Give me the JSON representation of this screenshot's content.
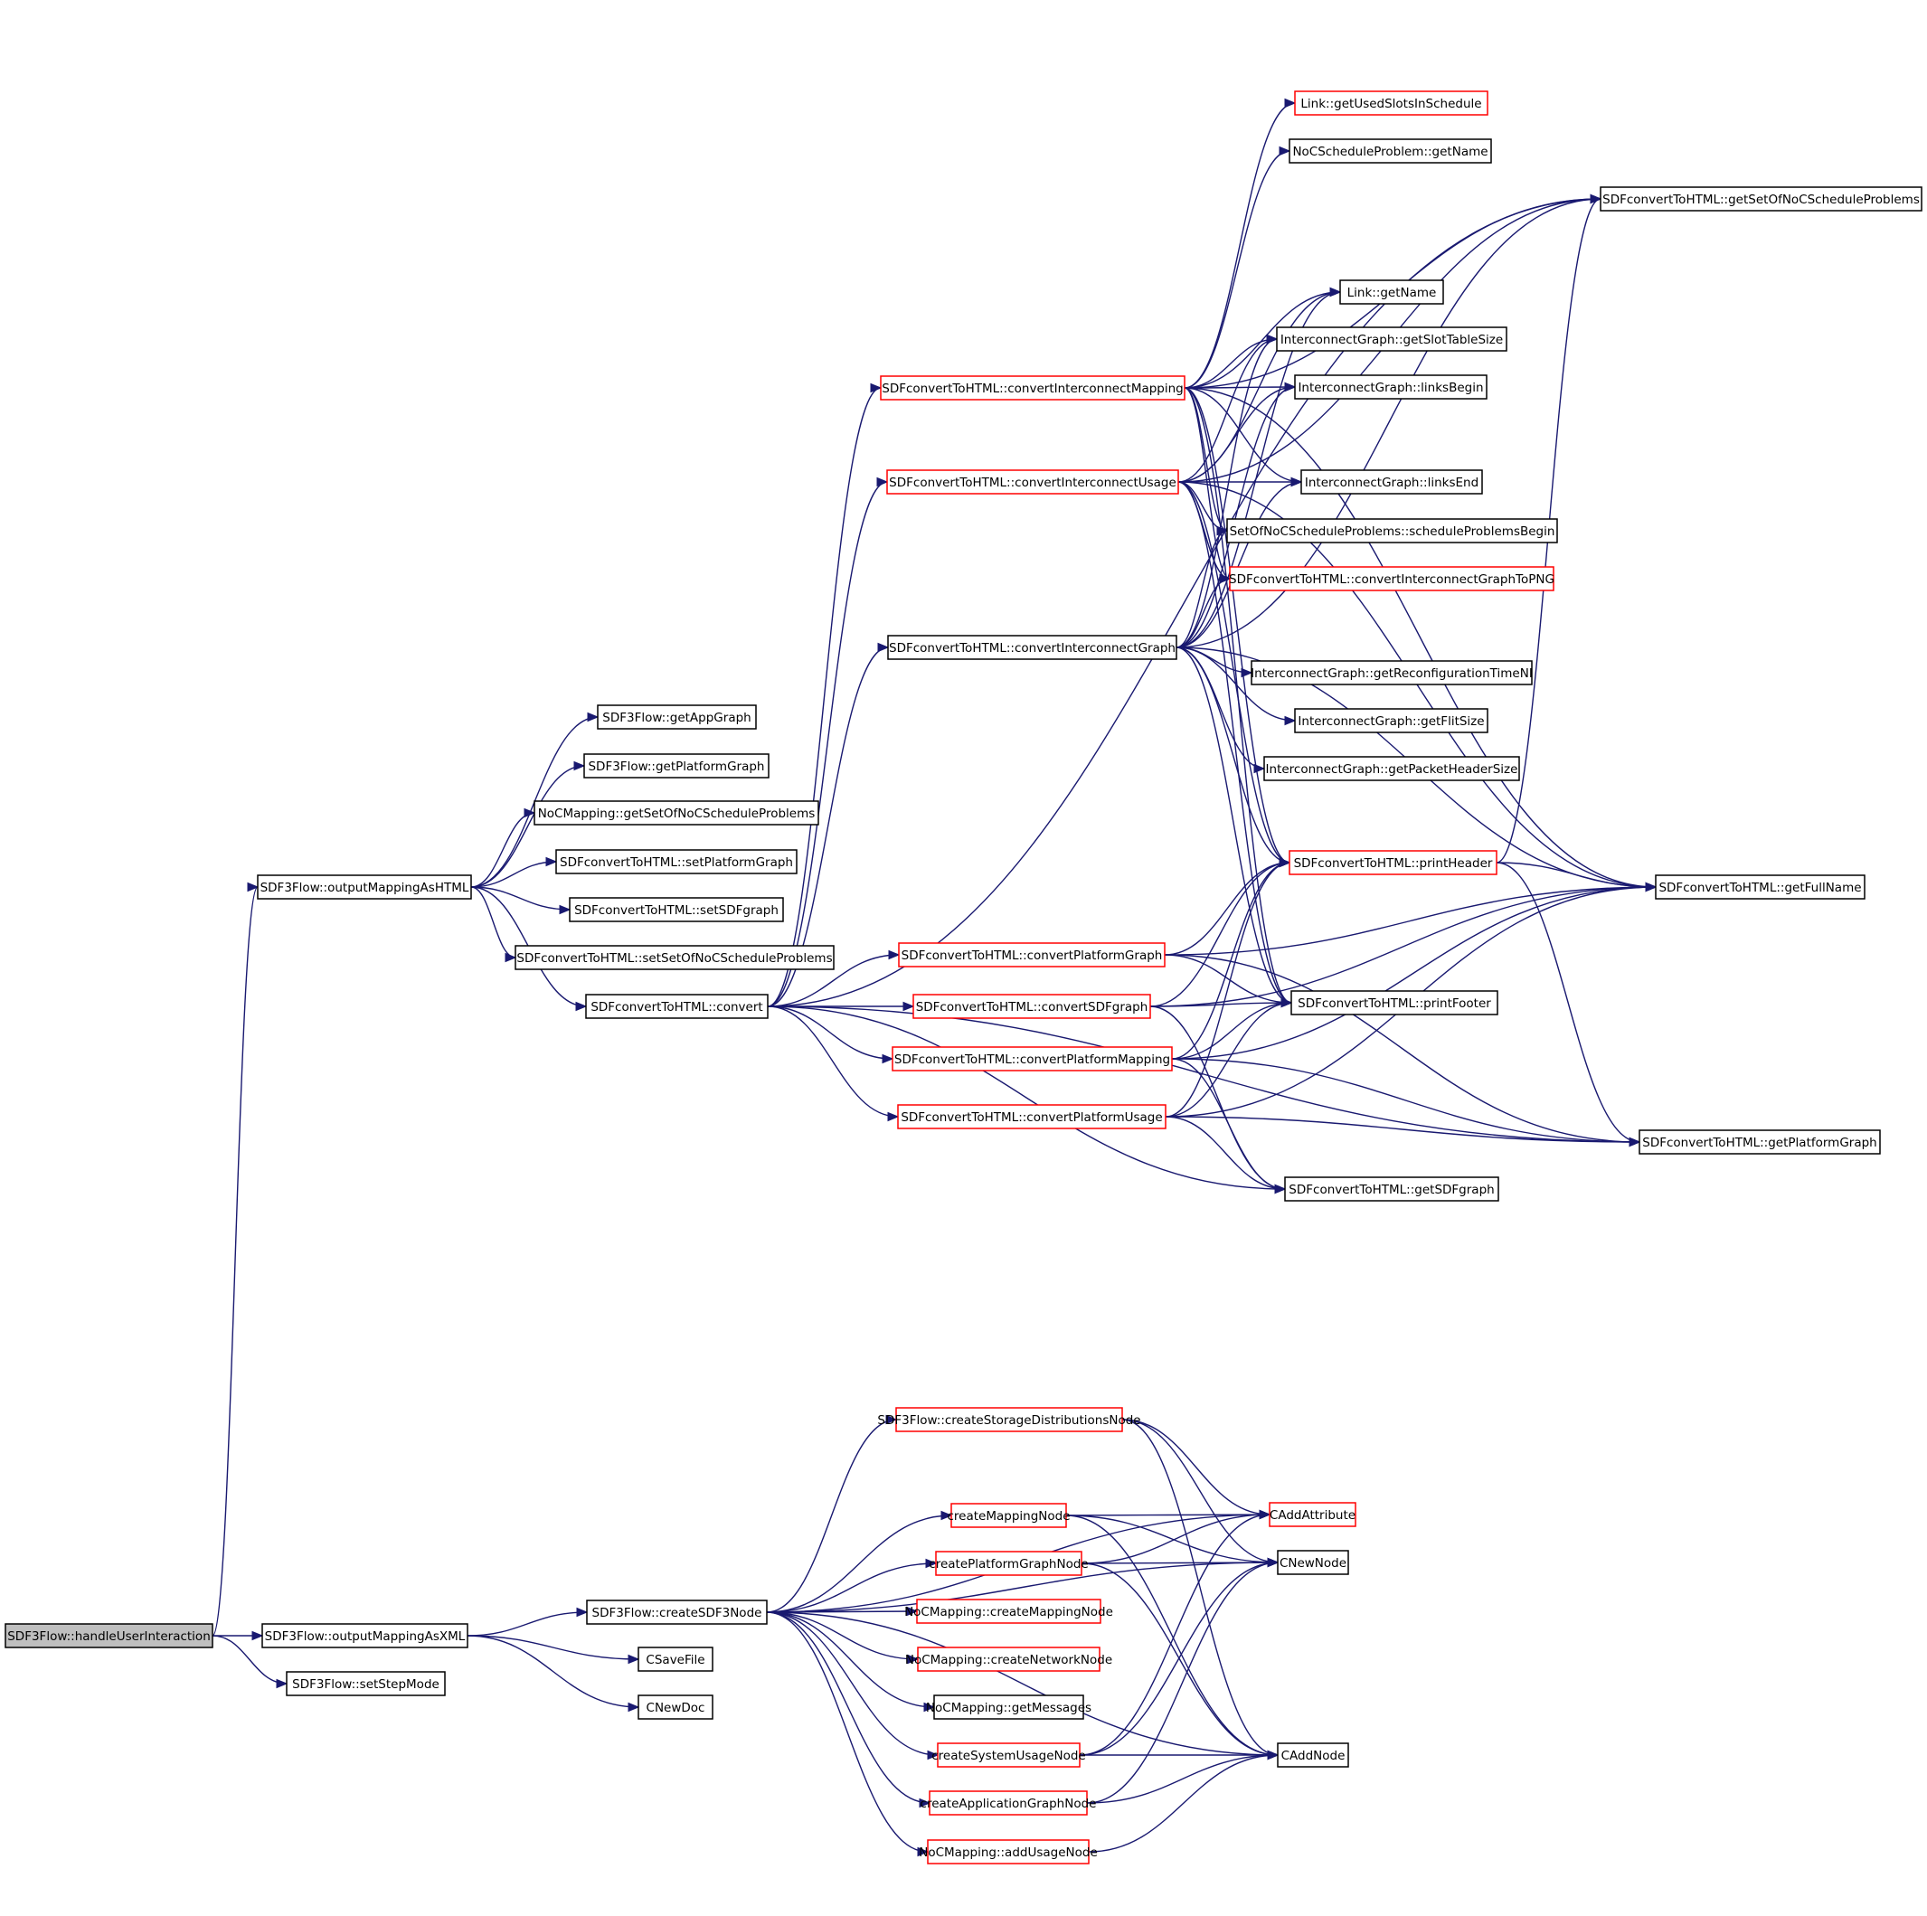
{
  "title": "SDF3Flow::handleUserInteraction call graph",
  "colors": {
    "edge": "#191970",
    "node_border_default": "#000000",
    "node_border_truncated": "#ff0000",
    "root_fill": "#bfbfbf"
  },
  "nodes": [
    {
      "id": "handleUserInteraction",
      "label": "SDF3Flow::handleUserInteraction",
      "style": "root"
    },
    {
      "id": "outputMappingAsHTML",
      "label": "SDF3Flow::outputMappingAsHTML",
      "style": "plain"
    },
    {
      "id": "outputMappingAsXML",
      "label": "SDF3Flow::outputMappingAsXML",
      "style": "plain"
    },
    {
      "id": "setStepMode",
      "label": "SDF3Flow::setStepMode",
      "style": "plain"
    },
    {
      "id": "getAppGraph",
      "label": "SDF3Flow::getAppGraph",
      "style": "plain"
    },
    {
      "id": "getPlatformGraphFlow",
      "label": "SDF3Flow::getPlatformGraph",
      "style": "plain"
    },
    {
      "id": "nocGetSetOfNoC",
      "label": "NoCMapping::getSetOfNoCScheduleProblems",
      "style": "plain"
    },
    {
      "id": "setPlatformGraph",
      "label": "SDFconvertToHTML::setPlatformGraph",
      "style": "plain"
    },
    {
      "id": "setSDFgraph",
      "label": "SDFconvertToHTML::setSDFgraph",
      "style": "plain"
    },
    {
      "id": "setSetOfNoC",
      "label": "SDFconvertToHTML::setSetOfNoCScheduleProblems",
      "style": "plain"
    },
    {
      "id": "convert",
      "label": "SDFconvertToHTML::convert",
      "style": "plain"
    },
    {
      "id": "convertInterconnectMapping",
      "label": "SDFconvertToHTML::convertInterconnectMapping",
      "style": "red"
    },
    {
      "id": "convertInterconnectUsage",
      "label": "SDFconvertToHTML::convertInterconnectUsage",
      "style": "red"
    },
    {
      "id": "convertInterconnectGraph",
      "label": "SDFconvertToHTML::convertInterconnectGraph",
      "style": "plain"
    },
    {
      "id": "convertPlatformGraph",
      "label": "SDFconvertToHTML::convertPlatformGraph",
      "style": "red"
    },
    {
      "id": "convertSDFgraph",
      "label": "SDFconvertToHTML::convertSDFgraph",
      "style": "red"
    },
    {
      "id": "convertPlatformMapping",
      "label": "SDFconvertToHTML::convertPlatformMapping",
      "style": "red"
    },
    {
      "id": "convertPlatformUsage",
      "label": "SDFconvertToHTML::convertPlatformUsage",
      "style": "red"
    },
    {
      "id": "linkGetUsedSlots",
      "label": "Link::getUsedSlotsInSchedule",
      "style": "red"
    },
    {
      "id": "nocProblemGetName",
      "label": "NoCScheduleProblem::getName",
      "style": "plain"
    },
    {
      "id": "getSetOfNoC",
      "label": "SDFconvertToHTML::getSetOfNoCScheduleProblems",
      "style": "plain"
    },
    {
      "id": "linkGetName",
      "label": "Link::getName",
      "style": "plain"
    },
    {
      "id": "getSlotTableSize",
      "label": "InterconnectGraph::getSlotTableSize",
      "style": "plain"
    },
    {
      "id": "linksBegin",
      "label": "InterconnectGraph::linksBegin",
      "style": "plain"
    },
    {
      "id": "linksEnd",
      "label": "InterconnectGraph::linksEnd",
      "style": "plain"
    },
    {
      "id": "scheduleProblemsBegin",
      "label": "SetOfNoCScheduleProblems::scheduleProblemsBegin",
      "style": "plain"
    },
    {
      "id": "convertInterconnectGraphToPNG",
      "label": "SDFconvertToHTML::convertInterconnectGraphToPNG",
      "style": "red"
    },
    {
      "id": "getReconfigurationTimeNI",
      "label": "InterconnectGraph::getReconfigurationTimeNI",
      "style": "plain"
    },
    {
      "id": "getFlitSize",
      "label": "InterconnectGraph::getFlitSize",
      "style": "plain"
    },
    {
      "id": "getPacketHeaderSize",
      "label": "InterconnectGraph::getPacketHeaderSize",
      "style": "plain"
    },
    {
      "id": "printHeader",
      "label": "SDFconvertToHTML::printHeader",
      "style": "red"
    },
    {
      "id": "getFullName",
      "label": "SDFconvertToHTML::getFullName",
      "style": "plain"
    },
    {
      "id": "printFooter",
      "label": "SDFconvertToHTML::printFooter",
      "style": "plain"
    },
    {
      "id": "getPlatformGraph",
      "label": "SDFconvertToHTML::getPlatformGraph",
      "style": "plain"
    },
    {
      "id": "getSDFgraph",
      "label": "SDFconvertToHTML::getSDFgraph",
      "style": "plain"
    },
    {
      "id": "createSDF3Node",
      "label": "SDF3Flow::createSDF3Node",
      "style": "plain"
    },
    {
      "id": "CSaveFile",
      "label": "CSaveFile",
      "style": "plain"
    },
    {
      "id": "CNewDoc",
      "label": "CNewDoc",
      "style": "plain"
    },
    {
      "id": "createStorageDistributionsNode",
      "label": "SDF3Flow::createStorageDistributionsNode",
      "style": "red"
    },
    {
      "id": "createMappingNode",
      "label": "createMappingNode",
      "style": "red"
    },
    {
      "id": "createPlatformGraphNode",
      "label": "createPlatformGraphNode",
      "style": "red"
    },
    {
      "id": "nocCreateMappingNode",
      "label": "NoCMapping::createMappingNode",
      "style": "red"
    },
    {
      "id": "nocCreateNetworkNode",
      "label": "NoCMapping::createNetworkNode",
      "style": "red"
    },
    {
      "id": "nocGetMessages",
      "label": "NoCMapping::getMessages",
      "style": "plain"
    },
    {
      "id": "createSystemUsageNode",
      "label": "createSystemUsageNode",
      "style": "red"
    },
    {
      "id": "createApplicationGraphNode",
      "label": "createApplicationGraphNode",
      "style": "red"
    },
    {
      "id": "nocAddUsageNode",
      "label": "NoCMapping::addUsageNode",
      "style": "red"
    },
    {
      "id": "CAddAttribute",
      "label": "CAddAttribute",
      "style": "red"
    },
    {
      "id": "CNewNode",
      "label": "CNewNode",
      "style": "plain"
    },
    {
      "id": "CAddNode",
      "label": "CAddNode",
      "style": "plain"
    }
  ],
  "edges": [
    [
      "handleUserInteraction",
      "outputMappingAsHTML"
    ],
    [
      "handleUserInteraction",
      "outputMappingAsXML"
    ],
    [
      "handleUserInteraction",
      "setStepMode"
    ],
    [
      "outputMappingAsHTML",
      "getAppGraph"
    ],
    [
      "outputMappingAsHTML",
      "getPlatformGraphFlow"
    ],
    [
      "outputMappingAsHTML",
      "nocGetSetOfNoC"
    ],
    [
      "outputMappingAsHTML",
      "setPlatformGraph"
    ],
    [
      "outputMappingAsHTML",
      "setSDFgraph"
    ],
    [
      "outputMappingAsHTML",
      "setSetOfNoC"
    ],
    [
      "outputMappingAsHTML",
      "convert"
    ],
    [
      "convert",
      "convertInterconnectMapping"
    ],
    [
      "convert",
      "convertInterconnectUsage"
    ],
    [
      "convert",
      "convertInterconnectGraph"
    ],
    [
      "convert",
      "convertPlatformGraph"
    ],
    [
      "convert",
      "convertSDFgraph"
    ],
    [
      "convert",
      "convertPlatformMapping"
    ],
    [
      "convert",
      "convertPlatformUsage"
    ],
    [
      "convert",
      "getSetOfNoC"
    ],
    [
      "convert",
      "getSDFgraph"
    ],
    [
      "convert",
      "getPlatformGraph"
    ],
    [
      "convertInterconnectMapping",
      "linkGetUsedSlots"
    ],
    [
      "convertInterconnectMapping",
      "nocProblemGetName"
    ],
    [
      "convertInterconnectMapping",
      "getSetOfNoC"
    ],
    [
      "convertInterconnectMapping",
      "linkGetName"
    ],
    [
      "convertInterconnectMapping",
      "getSlotTableSize"
    ],
    [
      "convertInterconnectMapping",
      "linksBegin"
    ],
    [
      "convertInterconnectMapping",
      "linksEnd"
    ],
    [
      "convertInterconnectMapping",
      "scheduleProblemsBegin"
    ],
    [
      "convertInterconnectMapping",
      "convertInterconnectGraphToPNG"
    ],
    [
      "convertInterconnectMapping",
      "printHeader"
    ],
    [
      "convertInterconnectMapping",
      "printFooter"
    ],
    [
      "convertInterconnectMapping",
      "getFullName"
    ],
    [
      "convertInterconnectUsage",
      "linkGetName"
    ],
    [
      "convertInterconnectUsage",
      "getSlotTableSize"
    ],
    [
      "convertInterconnectUsage",
      "linksBegin"
    ],
    [
      "convertInterconnectUsage",
      "linksEnd"
    ],
    [
      "convertInterconnectUsage",
      "scheduleProblemsBegin"
    ],
    [
      "convertInterconnectUsage",
      "convertInterconnectGraphToPNG"
    ],
    [
      "convertInterconnectUsage",
      "getSetOfNoC"
    ],
    [
      "convertInterconnectUsage",
      "printHeader"
    ],
    [
      "convertInterconnectUsage",
      "printFooter"
    ],
    [
      "convertInterconnectUsage",
      "getFullName"
    ],
    [
      "convertInterconnectGraph",
      "linkGetName"
    ],
    [
      "convertInterconnectGraph",
      "getSlotTableSize"
    ],
    [
      "convertInterconnectGraph",
      "linksBegin"
    ],
    [
      "convertInterconnectGraph",
      "linksEnd"
    ],
    [
      "convertInterconnectGraph",
      "scheduleProblemsBegin"
    ],
    [
      "convertInterconnectGraph",
      "convertInterconnectGraphToPNG"
    ],
    [
      "convertInterconnectGraph",
      "getSetOfNoC"
    ],
    [
      "convertInterconnectGraph",
      "getReconfigurationTimeNI"
    ],
    [
      "convertInterconnectGraph",
      "getFlitSize"
    ],
    [
      "convertInterconnectGraph",
      "getPacketHeaderSize"
    ],
    [
      "convertInterconnectGraph",
      "printHeader"
    ],
    [
      "convertInterconnectGraph",
      "printFooter"
    ],
    [
      "convertInterconnectGraph",
      "getFullName"
    ],
    [
      "convertPlatformGraph",
      "printHeader"
    ],
    [
      "convertPlatformGraph",
      "printFooter"
    ],
    [
      "convertPlatformGraph",
      "getFullName"
    ],
    [
      "convertPlatformGraph",
      "getPlatformGraph"
    ],
    [
      "convertSDFgraph",
      "printHeader"
    ],
    [
      "convertSDFgraph",
      "printFooter"
    ],
    [
      "convertSDFgraph",
      "getFullName"
    ],
    [
      "convertSDFgraph",
      "getSDFgraph"
    ],
    [
      "convertPlatformMapping",
      "printHeader"
    ],
    [
      "convertPlatformMapping",
      "printFooter"
    ],
    [
      "convertPlatformMapping",
      "getFullName"
    ],
    [
      "convertPlatformMapping",
      "getPlatformGraph"
    ],
    [
      "convertPlatformMapping",
      "getSDFgraph"
    ],
    [
      "convertPlatformUsage",
      "printHeader"
    ],
    [
      "convertPlatformUsage",
      "printFooter"
    ],
    [
      "convertPlatformUsage",
      "getFullName"
    ],
    [
      "convertPlatformUsage",
      "getPlatformGraph"
    ],
    [
      "convertPlatformUsage",
      "getSDFgraph"
    ],
    [
      "printHeader",
      "getFullName"
    ],
    [
      "printHeader",
      "getSetOfNoC"
    ],
    [
      "printHeader",
      "getPlatformGraph"
    ],
    [
      "outputMappingAsXML",
      "createSDF3Node"
    ],
    [
      "outputMappingAsXML",
      "CSaveFile"
    ],
    [
      "outputMappingAsXML",
      "CNewDoc"
    ],
    [
      "createSDF3Node",
      "createStorageDistributionsNode"
    ],
    [
      "createSDF3Node",
      "createMappingNode"
    ],
    [
      "createSDF3Node",
      "createPlatformGraphNode"
    ],
    [
      "createSDF3Node",
      "nocCreateMappingNode"
    ],
    [
      "createSDF3Node",
      "nocCreateNetworkNode"
    ],
    [
      "createSDF3Node",
      "nocGetMessages"
    ],
    [
      "createSDF3Node",
      "createSystemUsageNode"
    ],
    [
      "createSDF3Node",
      "createApplicationGraphNode"
    ],
    [
      "createSDF3Node",
      "nocAddUsageNode"
    ],
    [
      "createSDF3Node",
      "CAddAttribute"
    ],
    [
      "createSDF3Node",
      "CNewNode"
    ],
    [
      "createSDF3Node",
      "CAddNode"
    ],
    [
      "createStorageDistributionsNode",
      "CAddAttribute"
    ],
    [
      "createStorageDistributionsNode",
      "CNewNode"
    ],
    [
      "createStorageDistributionsNode",
      "CAddNode"
    ],
    [
      "createMappingNode",
      "CAddAttribute"
    ],
    [
      "createMappingNode",
      "CNewNode"
    ],
    [
      "createMappingNode",
      "CAddNode"
    ],
    [
      "createPlatformGraphNode",
      "CAddAttribute"
    ],
    [
      "createPlatformGraphNode",
      "CNewNode"
    ],
    [
      "createPlatformGraphNode",
      "CAddNode"
    ],
    [
      "createSystemUsageNode",
      "CAddAttribute"
    ],
    [
      "createSystemUsageNode",
      "CNewNode"
    ],
    [
      "createSystemUsageNode",
      "CAddNode"
    ],
    [
      "createApplicationGraphNode",
      "CNewNode"
    ],
    [
      "createApplicationGraphNode",
      "CAddNode"
    ],
    [
      "nocAddUsageNode",
      "CAddNode"
    ]
  ]
}
